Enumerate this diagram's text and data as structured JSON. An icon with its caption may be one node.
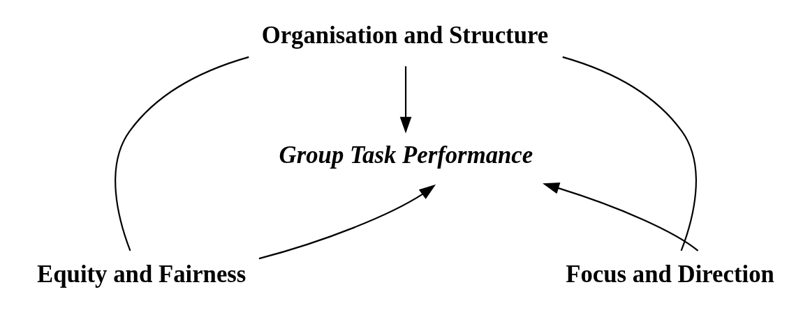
{
  "diagram": {
    "nodes": [
      {
        "text": [
          "Organisation and Structure"
        ]
      },
      {
        "text": [
          "Group Task Performance"
        ]
      },
      {
        "text": [
          "Equity and Fairness"
        ]
      },
      {
        "text": [
          "Focus and Direction"
        ]
      }
    ],
    "edges": [
      {
        "from": 0,
        "to": 1,
        "arrow": "to"
      },
      {
        "from": 2,
        "to": 1,
        "arrow": "to"
      },
      {
        "from": 3,
        "to": 1,
        "arrow": "to"
      },
      {
        "from": 0,
        "to": 2,
        "arrow": "none"
      },
      {
        "from": 0,
        "to": 3,
        "arrow": "none"
      }
    ]
  }
}
